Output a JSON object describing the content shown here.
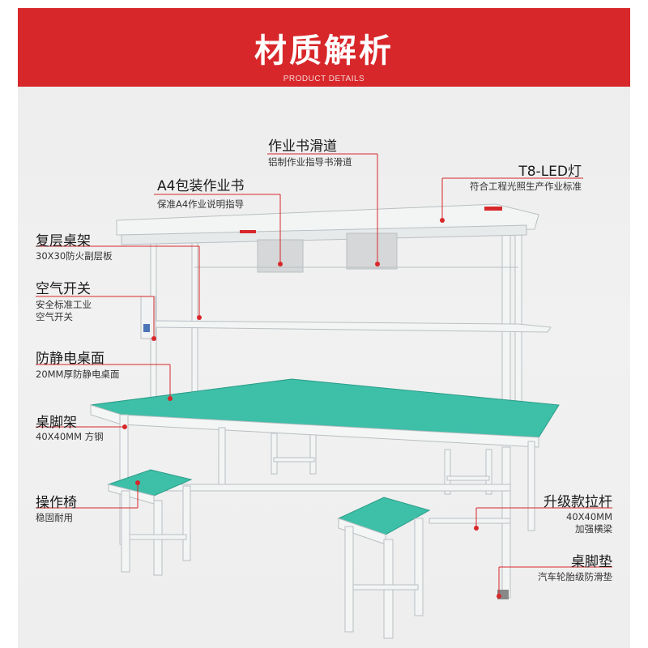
{
  "header": {
    "title": "材质解析",
    "subtitle": "PRODUCT DETAILS"
  },
  "colors": {
    "banner_red": "#d8272a",
    "callout_red": "#d8272a",
    "tabletop_green": "#3dbfa8",
    "frame_white": "#f2f4f4"
  },
  "callouts": {
    "slide": {
      "title": "作业书滑道",
      "desc": "铝制作业指导书滑道"
    },
    "led": {
      "title": "T8-LED灯",
      "desc": "符合工程光照生产作业标准"
    },
    "a4_book": {
      "title": "A4包装作业书",
      "desc": "保准A4作业说明指导"
    },
    "shelf": {
      "title": "复层桌架",
      "desc": "30X30防火副层板"
    },
    "switch": {
      "title": "空气开关",
      "desc_line1": "安全标准工业",
      "desc_line2": "空气开关"
    },
    "antistatic": {
      "title": "防静电桌面",
      "desc": "20MM厚防静电桌面"
    },
    "legs": {
      "title": "桌脚架",
      "desc": "40X40MM 方钢"
    },
    "stool": {
      "title": "操作椅",
      "desc": "稳固耐用"
    },
    "crossbar": {
      "title": "升级款拉杆",
      "desc_line1": "40X40MM",
      "desc_line2": "加强横梁"
    },
    "foot_pad": {
      "title": "桌脚垫",
      "desc": "汽车轮胎级防滑垫"
    }
  }
}
